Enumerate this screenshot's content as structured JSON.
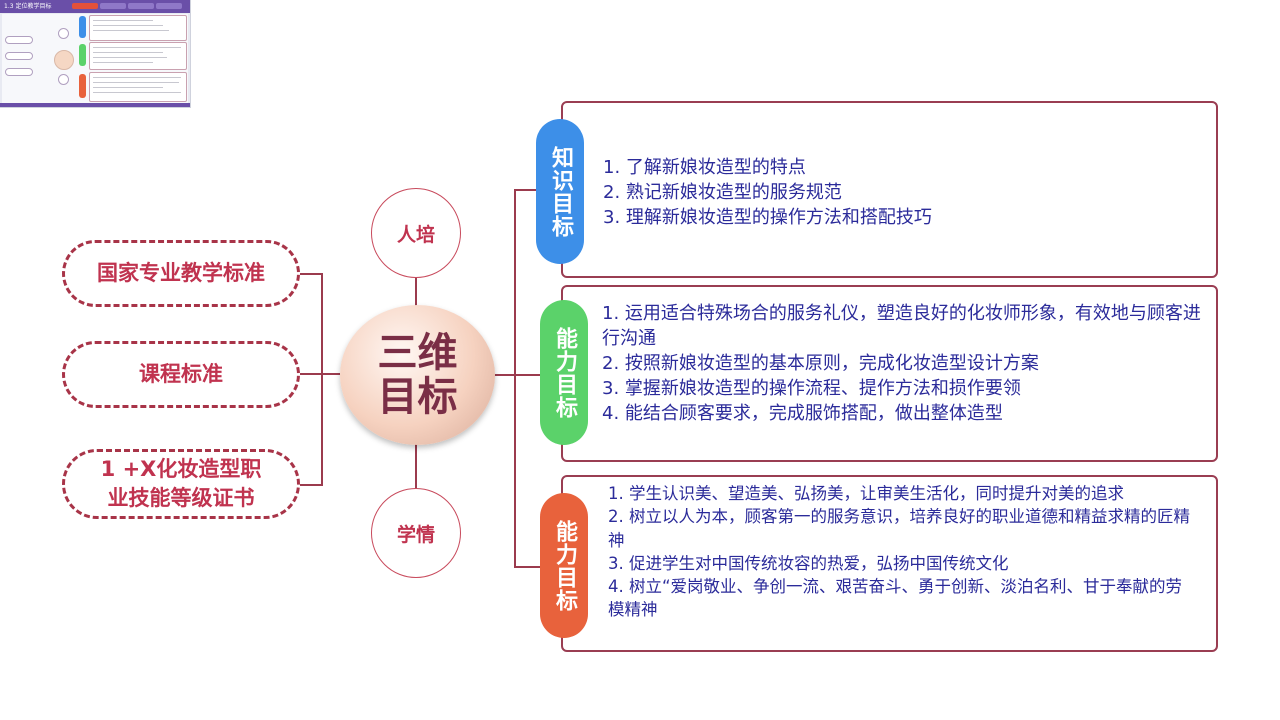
{
  "thumbnail": {
    "title": "1.3 定位教学目标"
  },
  "left_items": [
    {
      "label": "国家专业教学标准"
    },
    {
      "label": "课程标准"
    },
    {
      "label_line1": "1 +X化妆造型职",
      "label_line2": "业技能等级证书"
    }
  ],
  "top_circle": {
    "label": "人培"
  },
  "bottom_circle": {
    "label": "学情"
  },
  "center": {
    "line1": "三维",
    "line2": "目标"
  },
  "goals": [
    {
      "tag": "知识目标",
      "color": "#3d8fe8",
      "items": [
        "1. 了解新娘妆造型的特点",
        "2. 熟记新娘妆造型的服务规范",
        "3. 理解新娘妆造型的操作方法和搭配技巧"
      ]
    },
    {
      "tag": "能力目标",
      "color": "#5bd26a",
      "items": [
        "1. 运用适合特殊场合的服务礼仪，塑造良好的化妆师形象，有效地与顾客进行沟通",
        "2. 按照新娘妆造型的基本原则，完成化妆造型设计方案",
        "3. 掌握新娘妆造型的操作流程、提作方法和损作要领",
        "4. 能结合顾客要求，完成服饰搭配，做出整体造型"
      ]
    },
    {
      "tag": "能力目标",
      "color": "#e8623c",
      "items": [
        "1. 学生认识美、望造美、弘扬美，让审美生活化，同时提升对美的追求",
        "2. 树立以人为本，顾客第一的服务意识，培养良好的职业道德和精益求精的匠精神",
        "3. 促进学生对中国传统妆容的热爱，弘扬中国传统文化",
        "4. 树立“爱岗敬业、争创一流、艰苦奋斗、勇于创新、淡泊名利、甘于奉献的劳模精神"
      ]
    }
  ]
}
